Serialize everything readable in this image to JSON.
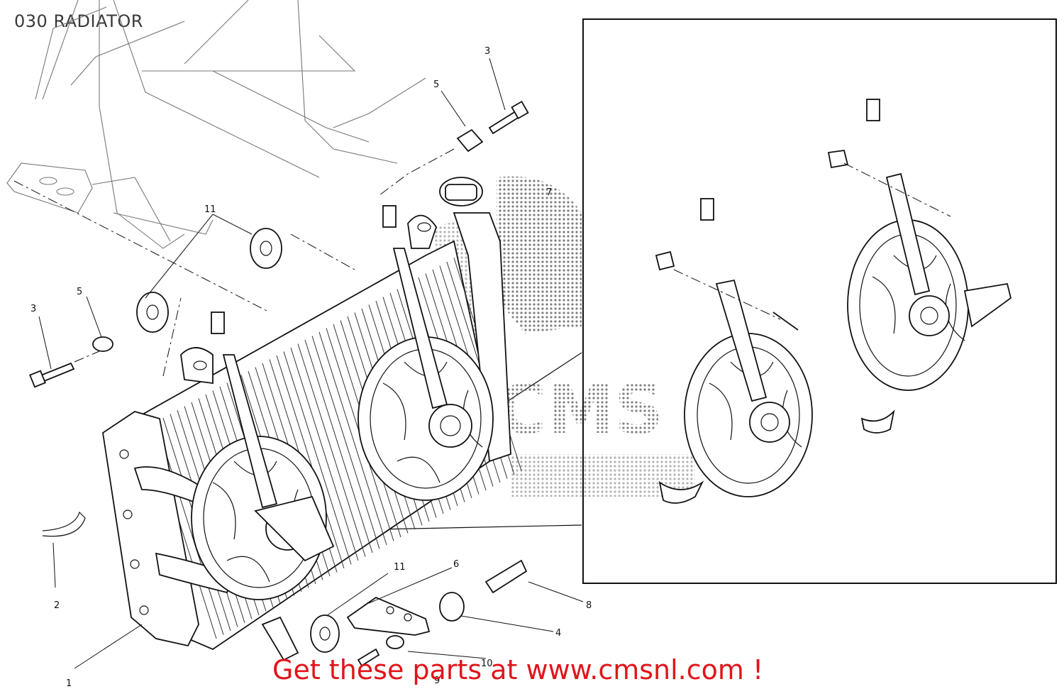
{
  "title": "030 RADIATOR",
  "promo": "Get these parts at www.cmsnl.com !",
  "watermark": "CMS",
  "colors": {
    "promo": "#e0151b",
    "line": "#111111",
    "frame": "#777777"
  },
  "callouts": [
    {
      "id": "callout-1",
      "label": "1"
    },
    {
      "id": "callout-2",
      "label": "2"
    },
    {
      "id": "callout-3-left",
      "label": "3"
    },
    {
      "id": "callout-3-top",
      "label": "3"
    },
    {
      "id": "callout-4",
      "label": "4"
    },
    {
      "id": "callout-5-left",
      "label": "5"
    },
    {
      "id": "callout-5-top",
      "label": "5"
    },
    {
      "id": "callout-6",
      "label": "6"
    },
    {
      "id": "callout-7",
      "label": "7"
    },
    {
      "id": "callout-8",
      "label": "8"
    },
    {
      "id": "callout-9",
      "label": "9"
    },
    {
      "id": "callout-10",
      "label": "10"
    },
    {
      "id": "callout-11-left",
      "label": "11"
    },
    {
      "id": "callout-11-bottom",
      "label": "11"
    }
  ]
}
